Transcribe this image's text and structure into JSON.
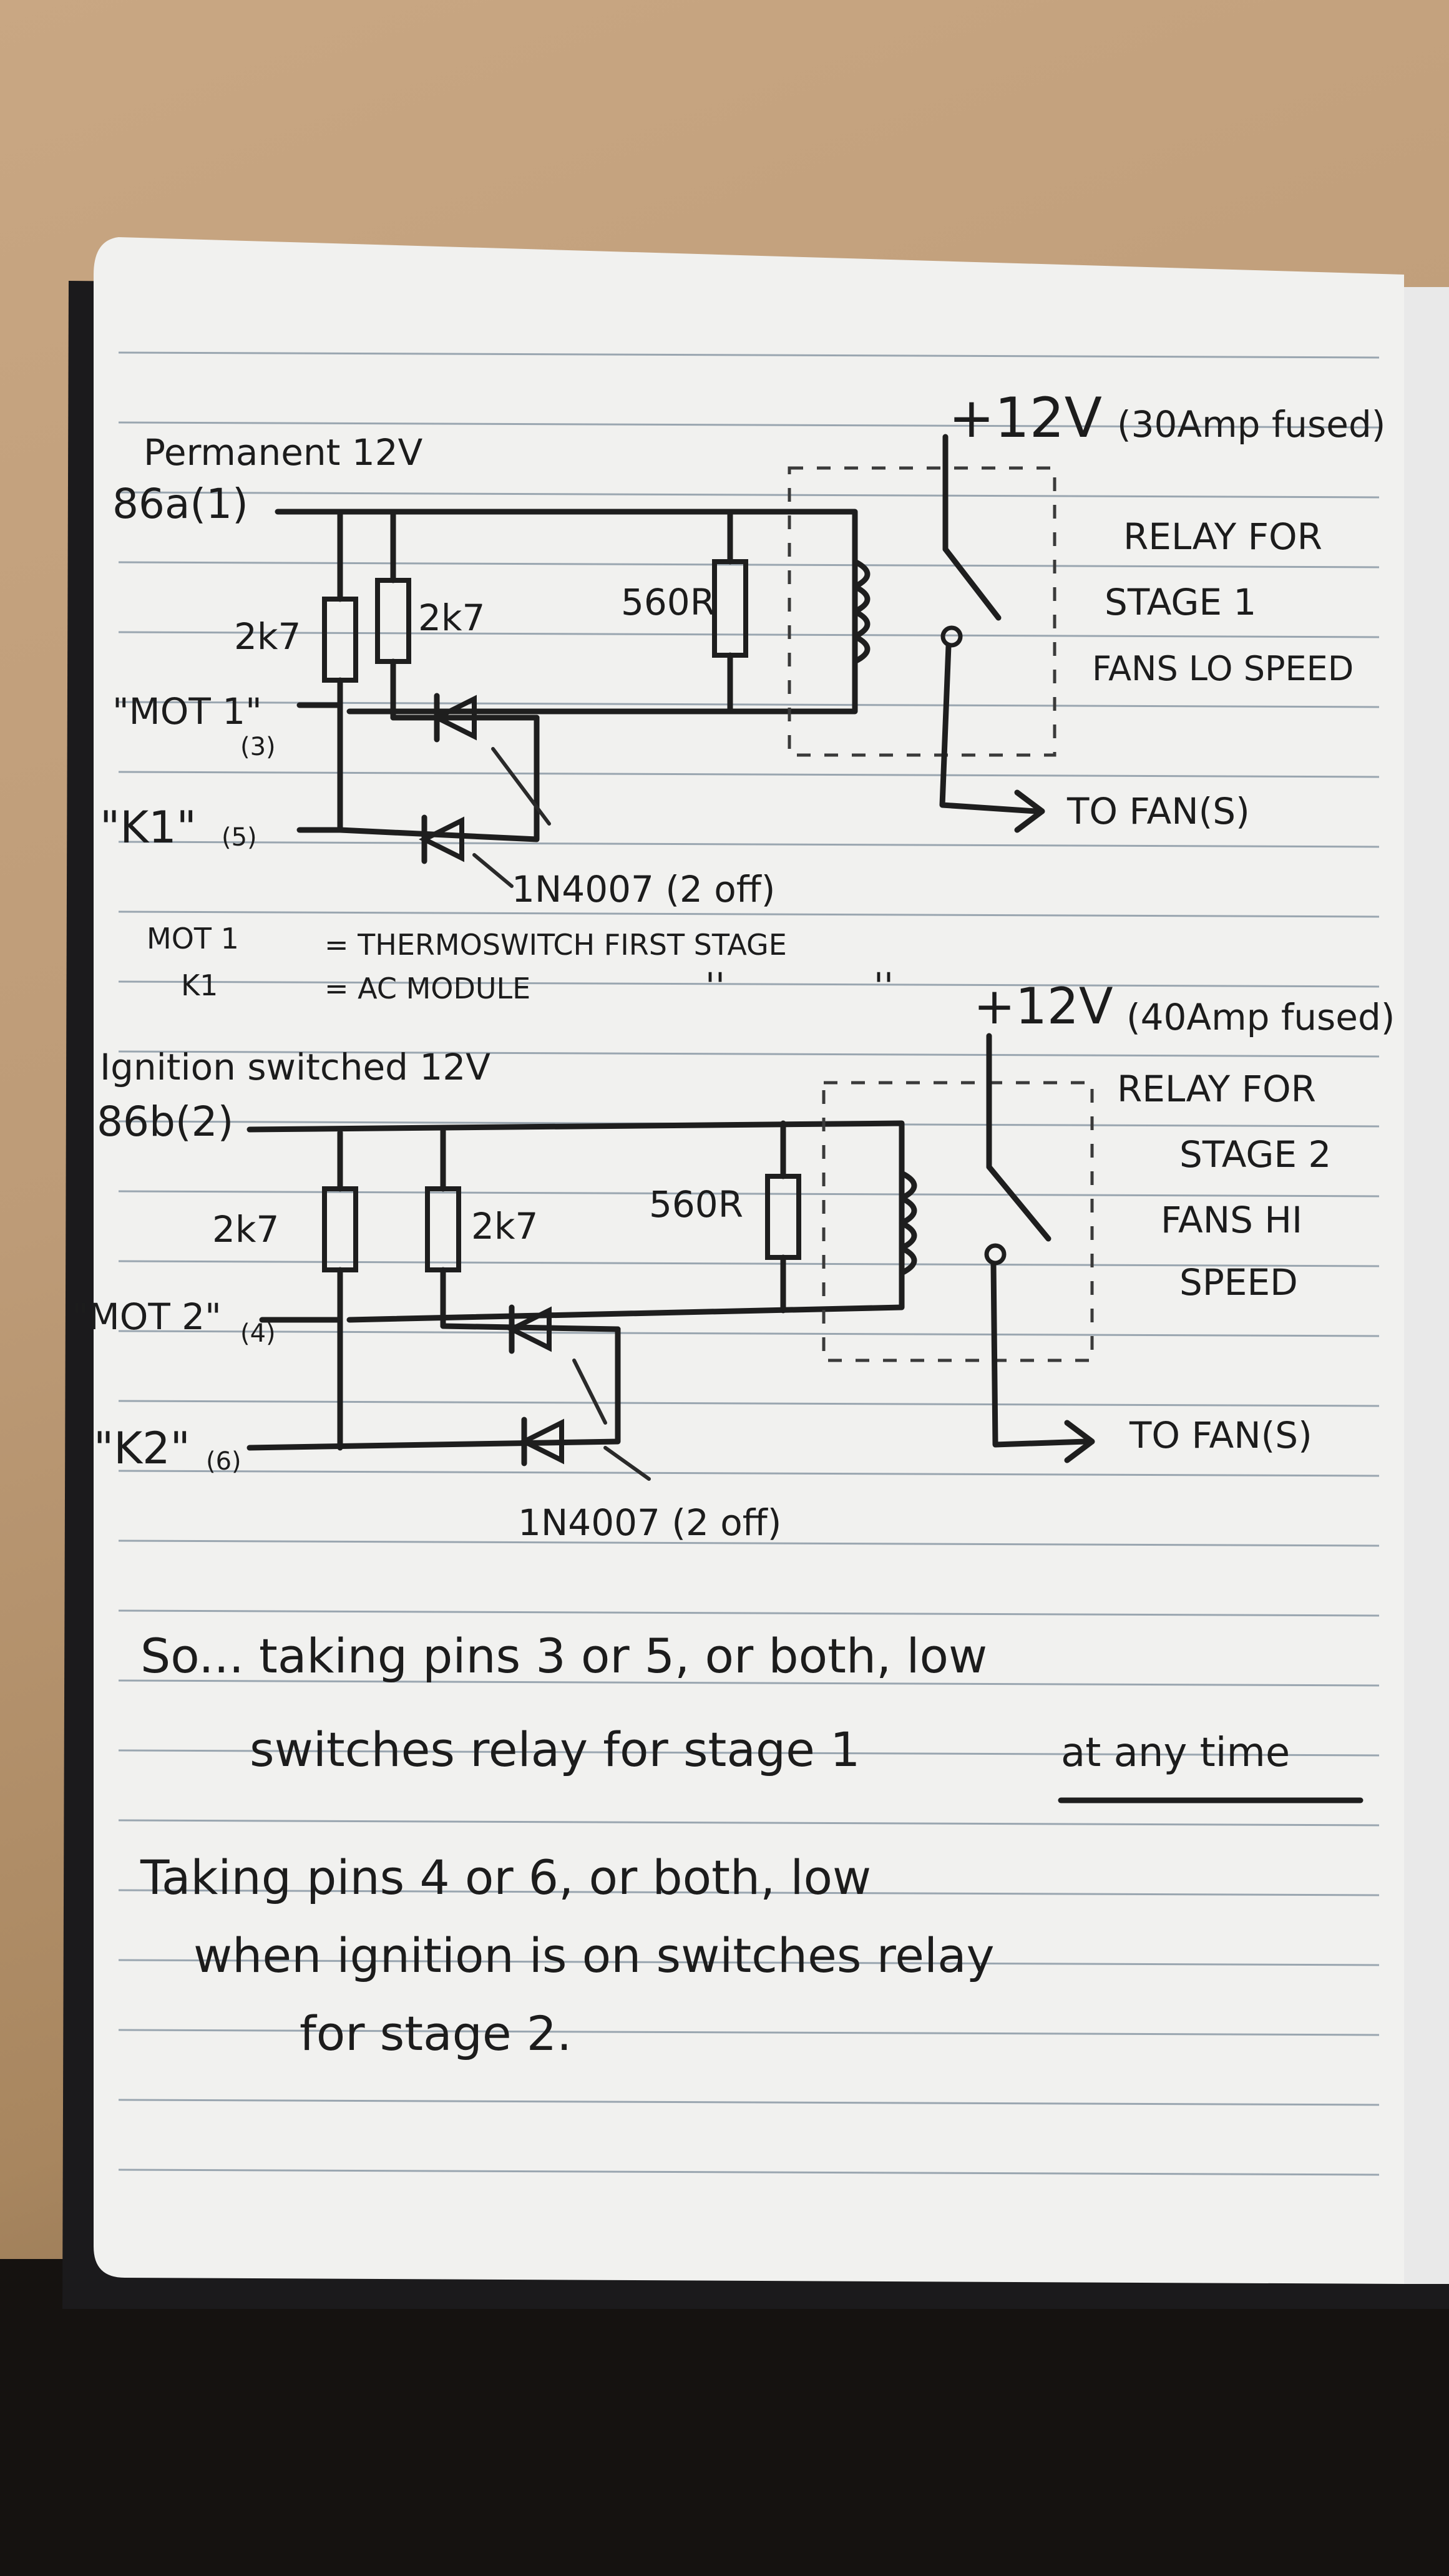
{
  "circuit1": {
    "supply_label": "+12V",
    "fuse_label": "(30Amp fused)",
    "input_label": "Permanent 12V",
    "pin_label": "86a(1)",
    "resistor1": "2k7",
    "resistor2": "2k7",
    "coil_resistor": "560R",
    "mot_label": "\"MOT 1\"",
    "mot_pin": "(3)",
    "k_label": "\"K1\"",
    "k_pin": "(5)",
    "diode_label": "1N4007 (2 off)",
    "relay_lines": [
      "RELAY FOR",
      "STAGE 1",
      "FANS LO SPEED"
    ],
    "output_label": "TO FAN(S)"
  },
  "legend": {
    "line1_key": "MOT 1",
    "line1_value": "= THERMOSWITCH FIRST STAGE",
    "line2_key": "K1",
    "line2_value": "= AC MODULE",
    "ditto1": "''",
    "ditto2": "''"
  },
  "circuit2": {
    "supply_label": "+12V",
    "fuse_label": "(40Amp fused)",
    "input_label": "Ignition switched 12V",
    "pin_label": "86b(2)",
    "resistor1": "2k7",
    "resistor2": "2k7",
    "coil_resistor": "560R",
    "mot_label": "\"MOT 2\"",
    "mot_pin": "(4)",
    "k_label": "\"K2\"",
    "k_pin": "(6)",
    "diode_label": "1N4007 (2 off)",
    "relay_lines": [
      "RELAY FOR",
      "STAGE 2",
      "FANS HI",
      "SPEED"
    ],
    "output_label": "TO FAN(S)"
  },
  "notes": {
    "para1_line1": "So... taking pins 3 or 5, or both, low",
    "para1_line2": "switches relay for stage 1",
    "para1_underlined": "at any time",
    "para2_line1": "Taking pins 4 or 6, or both, low",
    "para2_line2": "when ignition is on switches relay",
    "para2_line3": "for stage 2."
  }
}
